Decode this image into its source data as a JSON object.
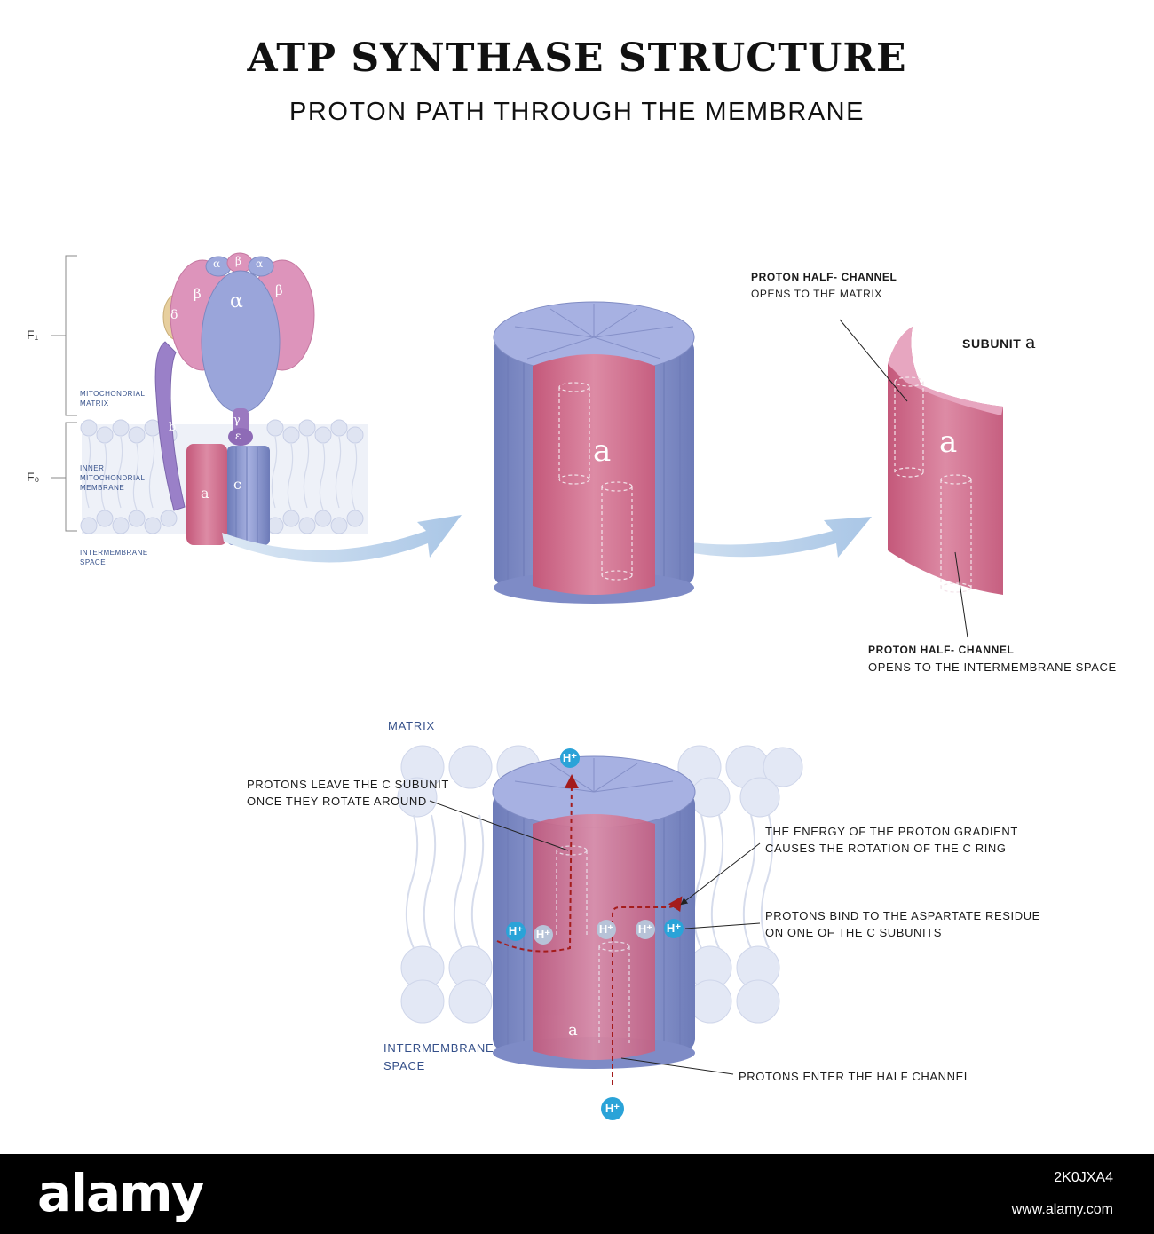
{
  "title": "ATP SYNTHASE STRUCTURE",
  "subtitle": "PROTON PATH THROUGH THE MEMBRANE",
  "left_panel": {
    "f1_label": "F₁",
    "f0_label": "F₀",
    "matrix_label": "MITOCHONDRIAL\nMATRIX",
    "membrane_label": "INNER\nMITOCHONDRIAL\nMEMBRANE",
    "space_label": "INTERMEMBRANE\nSPACE",
    "alpha": "α",
    "beta": "β",
    "delta": "δ",
    "gamma": "γ",
    "epsilon": "ε",
    "b": "b",
    "a": "a",
    "c": "c"
  },
  "middle_panel": {
    "a_label": "a"
  },
  "right_panel": {
    "top_title": "PROTON HALF- CHANNEL",
    "top_desc": "OPENS TO THE MATRIX",
    "subunit_prefix": "SUBUNIT",
    "subunit_letter": "a",
    "a_label": "a",
    "bottom_title": "PROTON HALF- CHANNEL",
    "bottom_desc": "OPENS TO THE INTERMEMBRANE SPACE"
  },
  "bottom_panel": {
    "matrix": "MATRIX",
    "intermembrane": "INTERMEMBRANE\nSPACE",
    "leave_1": "PROTONS LEAVE THE C SUBUNIT",
    "leave_2": "ONCE THEY ROTATE AROUND",
    "energy_1": "THE ENERGY OF THE PROTON GRADIENT",
    "energy_2": "CAUSES THE ROTATION OF THE C RING",
    "bind_1": "PROTONS BIND TO THE ASPARTATE RESIDUE",
    "bind_2": "ON ONE OF THE C SUBUNITS",
    "enter": "PROTONS ENTER THE HALF CHANNEL",
    "proton": "H⁺",
    "a_label": "a"
  },
  "footer": {
    "logo": "alamy",
    "image_id": "2K0JXA4",
    "url": "www.alamy.com"
  },
  "colors": {
    "pink": "#d77d9a",
    "lavender": "#8e9bd2",
    "navy": "#35508a",
    "arrow": "#bcd2ea",
    "proton": "#2aa3d8",
    "path": "#a41c1c"
  }
}
